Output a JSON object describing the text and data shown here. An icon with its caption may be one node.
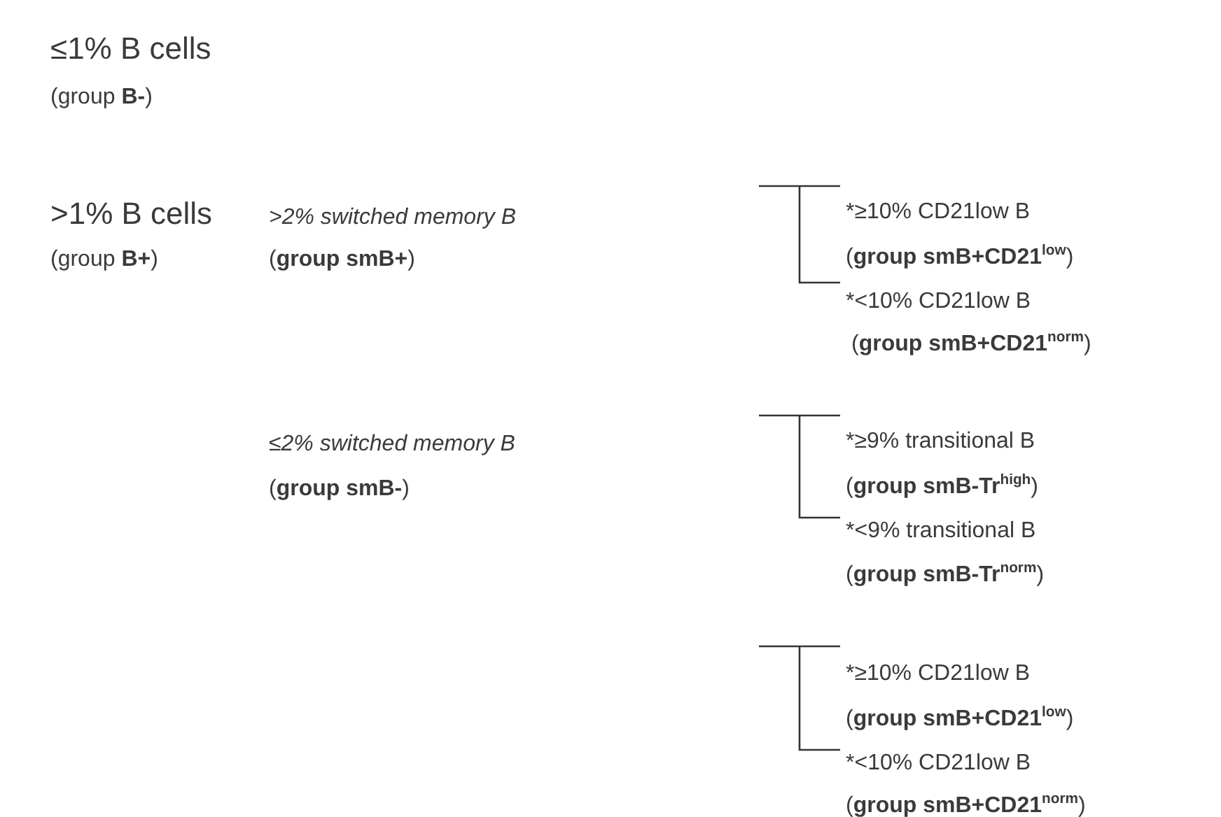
{
  "diagram": {
    "labels": [
      "≤1% B cells",
      "(group **B-**)",
      ">1% B cells",
      "(group **B+**)",
      ">2% switched memory B",
      "(**group smB+**)",
      "*≥10% CD21low B",
      "(**group smB+CD21**$^{low}$)",
      "*<10% CD21low B",
      "(**group smB+CD21**$^{norm}$)",
      "≤2% switched memory B",
      "(**group smB-**)",
      "*≥9% transitional B",
      "(**group smB-Tr**$^{high}$)",
      "*<9% transitional B",
      "(**group smB-Tr**$^{norm}$)",
      "*≥10% CD21low B",
      "(**group smB+CD21**$^{low}$)",
      "*<10% CD21low B",
      "(**group smB+CD21**$^{norm}$)"
    ]
  }
}
